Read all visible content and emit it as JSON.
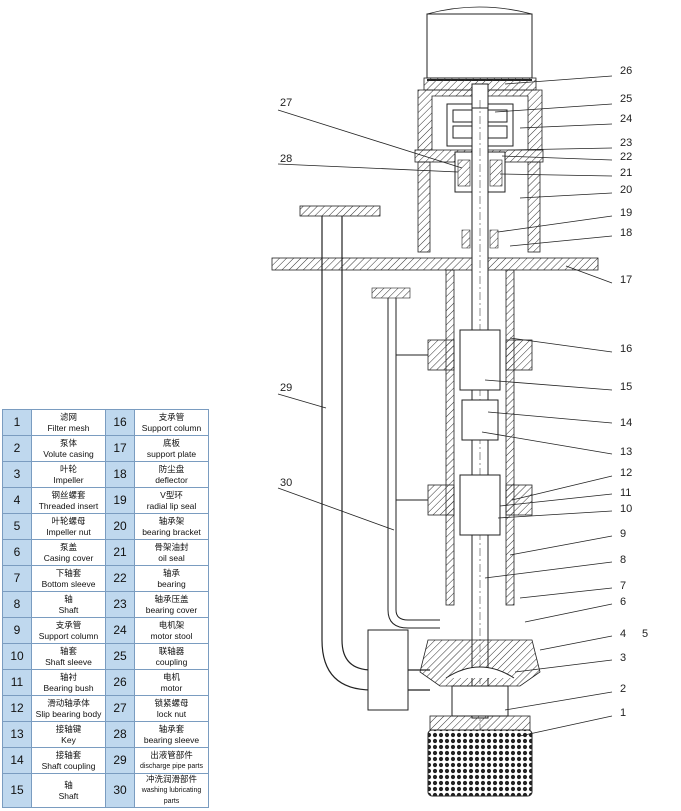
{
  "parts_table": {
    "rows": [
      {
        "n1": "1",
        "zh1": "滤网",
        "en1": "Filter mesh",
        "n2": "16",
        "zh2": "支承管",
        "en2": "Support column"
      },
      {
        "n1": "2",
        "zh1": "泵体",
        "en1": "Volute casing",
        "n2": "17",
        "zh2": "底板",
        "en2": "support plate"
      },
      {
        "n1": "3",
        "zh1": "叶轮",
        "en1": "Impeller",
        "n2": "18",
        "zh2": "防尘盘",
        "en2": "deflector"
      },
      {
        "n1": "4",
        "zh1": "钢丝螺套",
        "en1": "Threaded insert",
        "n2": "19",
        "zh2": "V型环",
        "en2": "radial lip seal"
      },
      {
        "n1": "5",
        "zh1": "叶轮螺母",
        "en1": "Impeller nut",
        "n2": "20",
        "zh2": "轴承架",
        "en2": "bearing bracket"
      },
      {
        "n1": "6",
        "zh1": "泵盖",
        "en1": "Casing cover",
        "n2": "21",
        "zh2": "骨架油封",
        "en2": "oil seal"
      },
      {
        "n1": "7",
        "zh1": "下轴套",
        "en1": "Bottom sleeve",
        "n2": "22",
        "zh2": "轴承",
        "en2": "bearing"
      },
      {
        "n1": "8",
        "zh1": "轴",
        "en1": "Shaft",
        "n2": "23",
        "zh2": "轴承压盖",
        "en2": "bearing cover"
      },
      {
        "n1": "9",
        "zh1": "支承管",
        "en1": "Support column",
        "n2": "24",
        "zh2": "电机架",
        "en2": "motor stool"
      },
      {
        "n1": "10",
        "zh1": "轴套",
        "en1": "Shaft sleeve",
        "n2": "25",
        "zh2": "联轴器",
        "en2": "coupling"
      },
      {
        "n1": "11",
        "zh1": "轴衬",
        "en1": "Bearing bush",
        "n2": "26",
        "zh2": "电机",
        "en2": "motor"
      },
      {
        "n1": "12",
        "zh1": "滑动轴承体",
        "en1": "Slip bearing body",
        "n2": "27",
        "zh2": "锁紧螺母",
        "en2": "lock nut"
      },
      {
        "n1": "13",
        "zh1": "接轴键",
        "en1": "Key",
        "n2": "28",
        "zh2": "轴承套",
        "en2": "bearing sleeve"
      },
      {
        "n1": "14",
        "zh1": "接轴套",
        "en1": "Shaft coupling",
        "n2": "29",
        "zh2": "出液管部件",
        "en2": "discharge pipe parts"
      },
      {
        "n1": "15",
        "zh1": "轴",
        "en1": "Shaft",
        "n2": "30",
        "zh2": "冲洗润滑部件",
        "en2": "washing lubricating parts"
      }
    ]
  },
  "callouts": [
    "1",
    "2",
    "3",
    "4",
    "5",
    "6",
    "7",
    "8",
    "9",
    "10",
    "11",
    "12",
    "13",
    "14",
    "15",
    "16",
    "17",
    "18",
    "19",
    "20",
    "21",
    "22",
    "23",
    "24",
    "25",
    "26",
    "27",
    "28",
    "29",
    "30"
  ]
}
